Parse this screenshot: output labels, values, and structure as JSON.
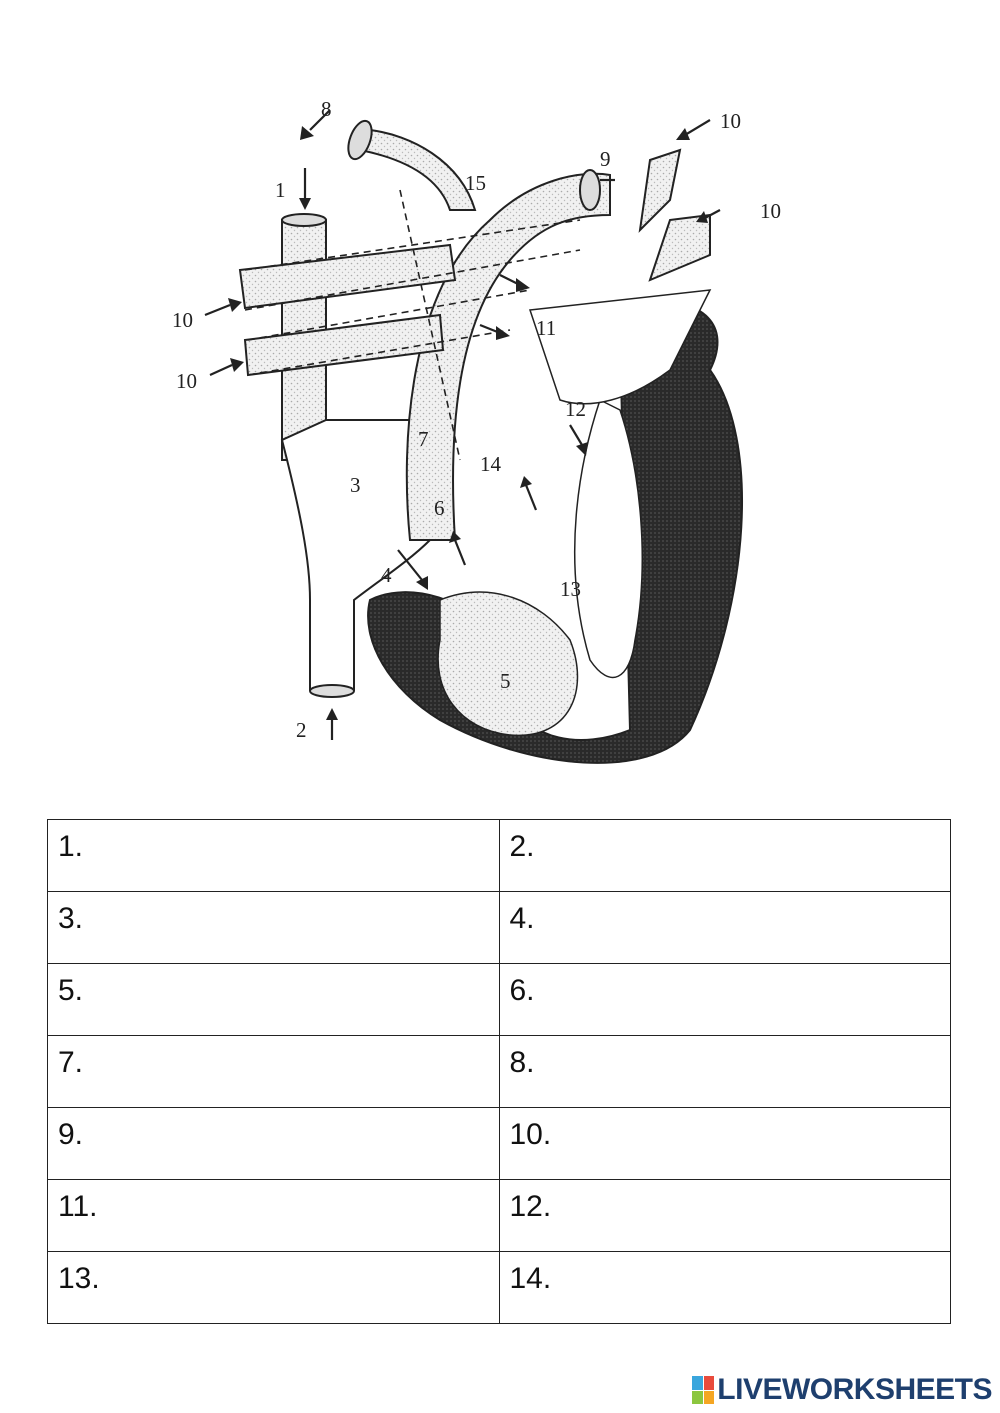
{
  "diagram": {
    "labels": [
      "1",
      "2",
      "3",
      "4",
      "5",
      "6",
      "7",
      "8",
      "9",
      "10",
      "10",
      "10",
      "10",
      "11",
      "12",
      "13",
      "14",
      "15"
    ]
  },
  "table": {
    "rows": [
      [
        "1.",
        "2."
      ],
      [
        "3.",
        "4."
      ],
      [
        "5.",
        "6."
      ],
      [
        "7.",
        "8."
      ],
      [
        "9.",
        "10."
      ],
      [
        "11.",
        "12."
      ],
      [
        "13.",
        "14."
      ]
    ]
  },
  "brand": {
    "text": "LIVEWORKSHEETS",
    "color": "#1e3f6e",
    "icon_colors": [
      "#3aa6dd",
      "#e94b3c",
      "#8cc63f",
      "#f5a623"
    ]
  }
}
